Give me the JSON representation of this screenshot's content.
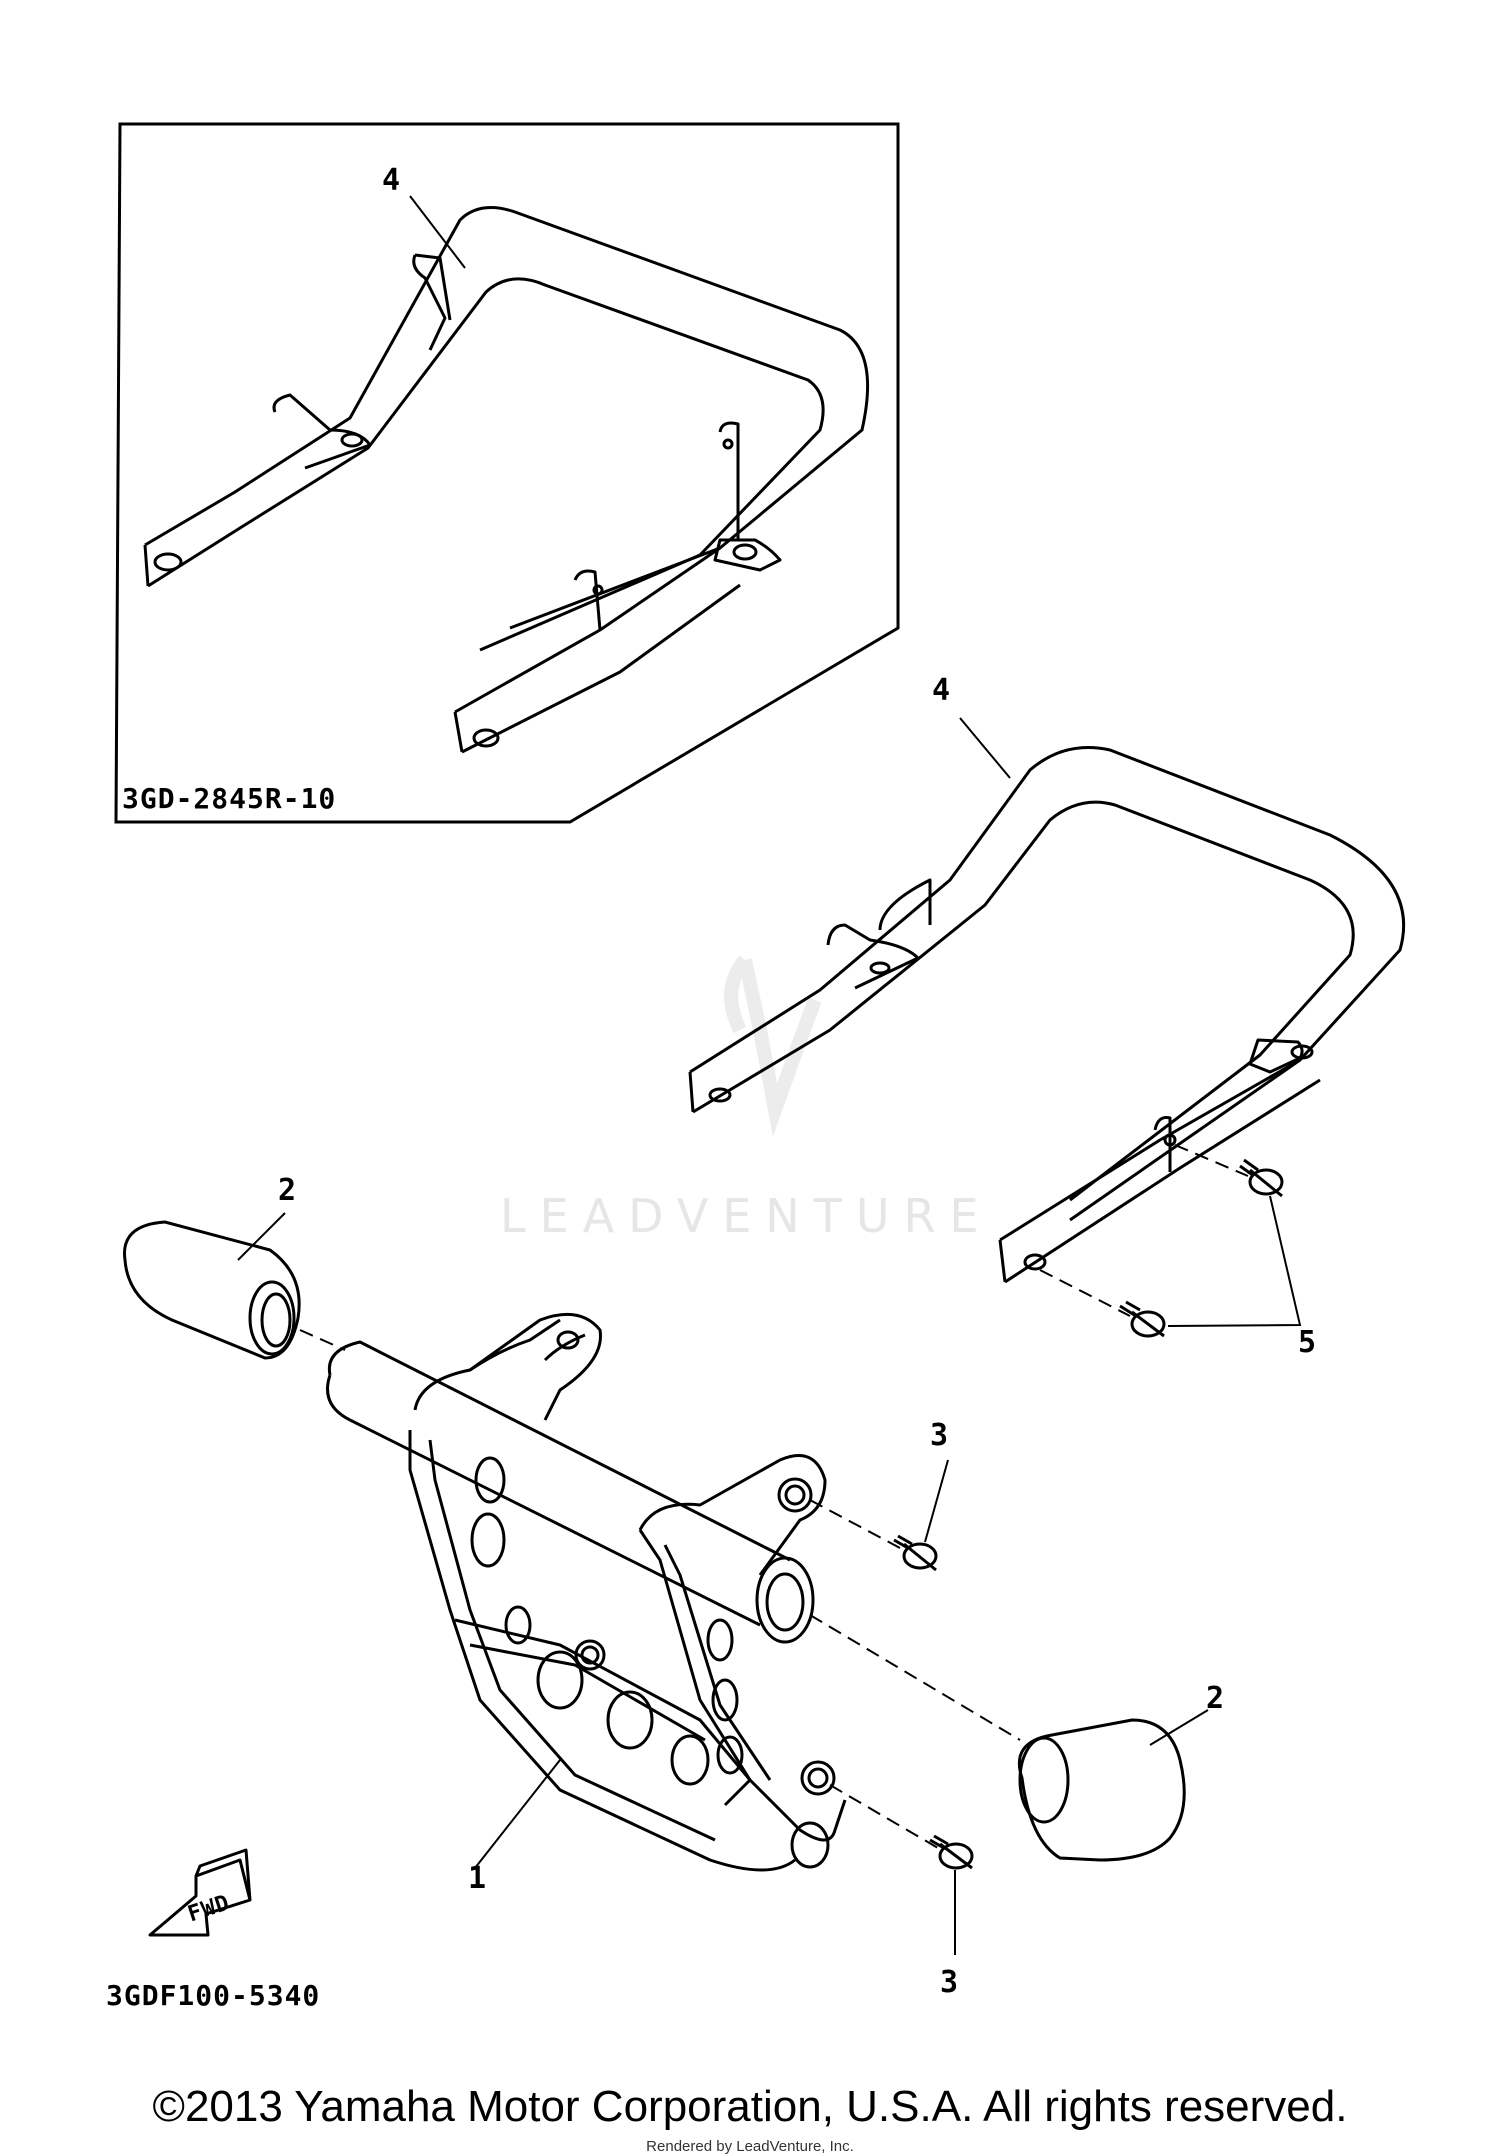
{
  "inset": {
    "part_code": "3GD-2845R-10"
  },
  "diagram_code": "3GDF100-5340",
  "fwd_label": "FWD",
  "watermark": "LEADVENTURE",
  "callouts": {
    "c1": "1",
    "c2a": "2",
    "c2b": "2",
    "c3a": "3",
    "c3b": "3",
    "c4a": "4",
    "c4b": "4",
    "c5": "5"
  },
  "footer": {
    "copyright": "©2013 Yamaha Motor Corporation, U.S.A. All rights reserved.",
    "rendered_by": "Rendered by LeadVenture, Inc."
  }
}
